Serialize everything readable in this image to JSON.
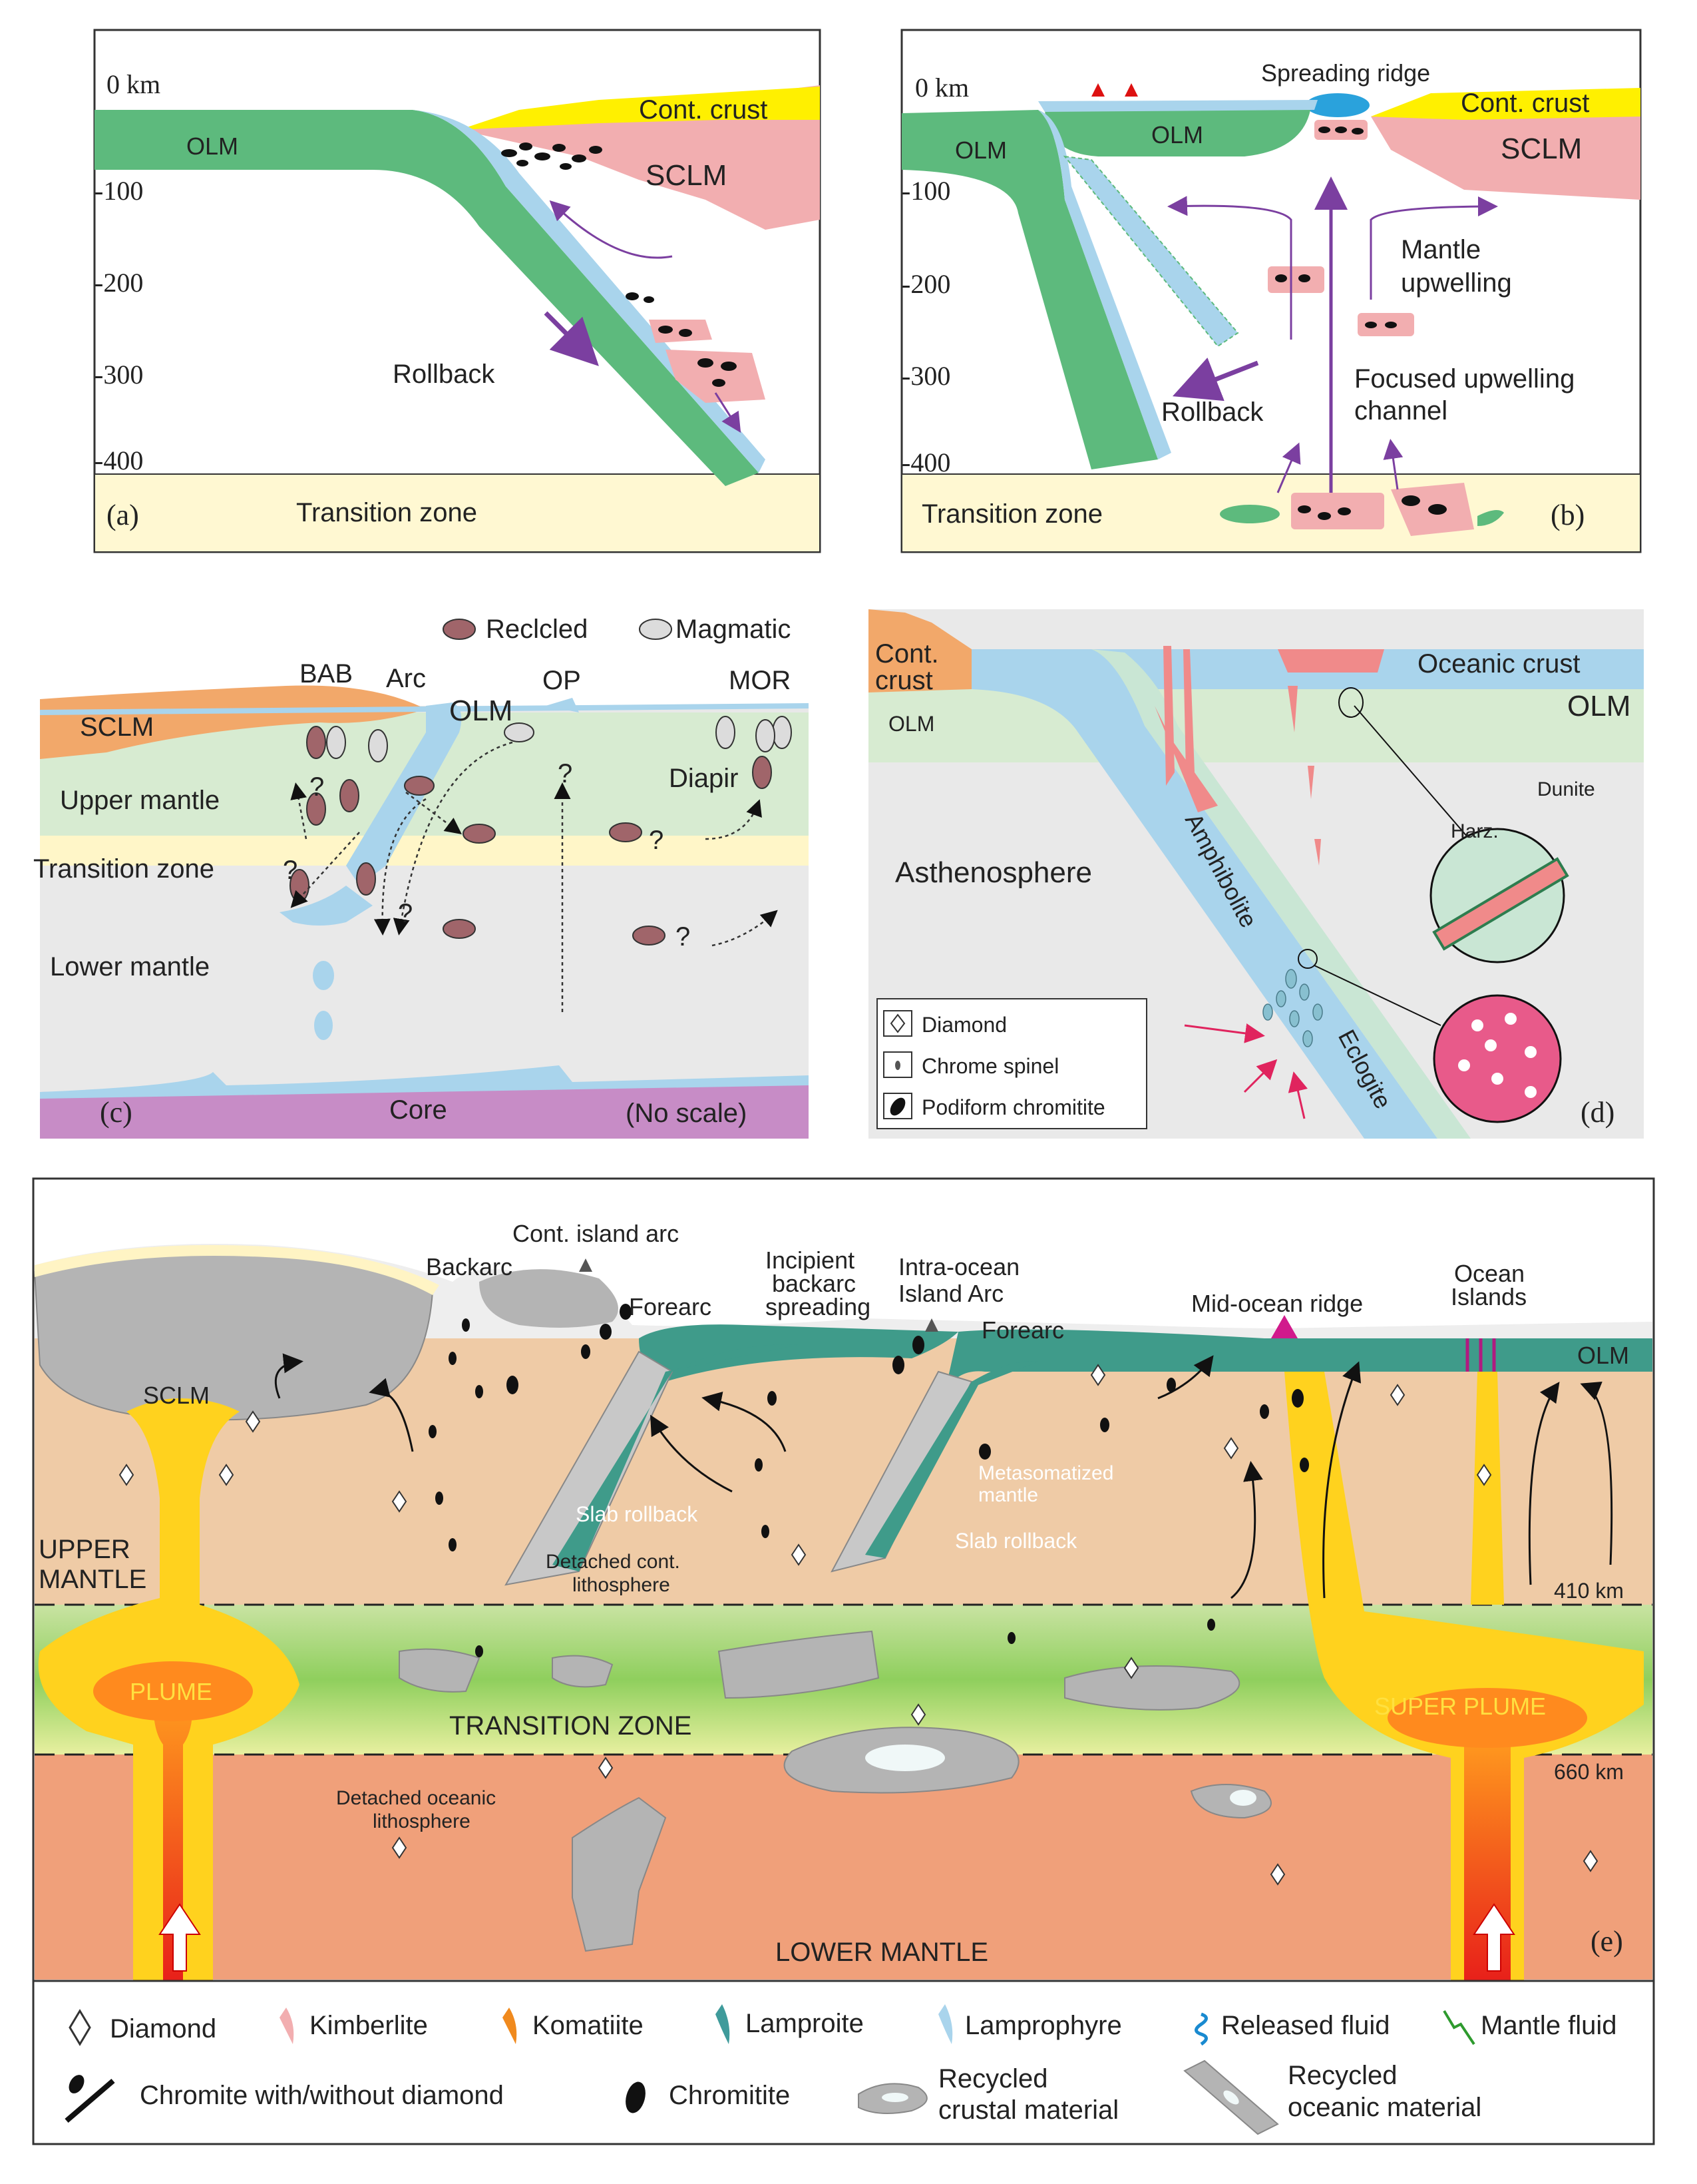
{
  "panel_a": {
    "tag": "(a)",
    "depths": [
      "0 km",
      "-100",
      "-200",
      "-300",
      "-400"
    ],
    "olm": "OLM",
    "cont_crust": "Cont. crust",
    "sclm": "SCLM",
    "rollback": "Rollback",
    "transition_zone": "Transition zone"
  },
  "panel_b": {
    "tag": "(b)",
    "depths": [
      "0 km",
      "-100",
      "-200",
      "-300",
      "-400"
    ],
    "spreading_ridge": "Spreading ridge",
    "cont_crust": "Cont. crust",
    "olm_left": "OLM",
    "olm_right": "OLM",
    "sclm": "SCLM",
    "mantle_upwelling_1": "Mantle",
    "mantle_upwelling_2": "upwelling",
    "focused_1": "Focused upwelling",
    "focused_2": "channel",
    "rollback": "Rollback",
    "transition_zone": "Transition zone"
  },
  "panel_c": {
    "tag": "(c)",
    "legend_recycled": "Reclcled",
    "legend_magmatic": "Magmatic",
    "bab": "BAB",
    "arc": "Arc",
    "op": "OP",
    "mor": "MOR",
    "sclm": "SCLM",
    "olm": "OLM",
    "upper_mantle": "Upper mantle",
    "diapir": "Diapir",
    "transition_zone": "Transition zone",
    "lower_mantle": "Lower mantle",
    "core": "Core",
    "no_scale": "(No scale)",
    "q": "?"
  },
  "panel_d": {
    "tag": "(d)",
    "cont_crust_1": "Cont.",
    "cont_crust_2": "crust",
    "oceanic_crust": "Oceanic crust",
    "olm_left": "OLM",
    "olm_right": "OLM",
    "dunite": "Dunite",
    "harz": "Harz.",
    "asthenosphere": "Asthenosphere",
    "amphibolite": "Amphibolite",
    "eclogite": "Eclogite",
    "legend": [
      "Diamond",
      "Chrome spinel",
      "Podiform chromitite"
    ]
  },
  "panel_e": {
    "tag": "(e)",
    "cont_island_arc": "Cont. island arc",
    "backarc": "Backarc",
    "forearc_1": "Forearc",
    "incipient_1": "Incipient",
    "incipient_2": "backarc",
    "incipient_3": "spreading",
    "intra_1": "Intra-ocean",
    "intra_2": "Island Arc",
    "forearc_2": "Forearc",
    "mor": "Mid-ocean ridge",
    "ocean_1": "Ocean",
    "ocean_2": "Islands",
    "olm": "OLM",
    "sclm": "SCLM",
    "upper_1": "UPPER",
    "upper_2": "MANTLE",
    "slab_rollback_1": "Slab rollback",
    "slab_rollback_2": "Slab rollback",
    "metasomatized_1": "Metasomatized",
    "metasomatized_2": "mantle",
    "detached_cont_1": "Detached cont.",
    "detached_cont_2": "lithosphere",
    "km410": "410 km",
    "km660": "660 km",
    "plume": "PLUME",
    "super_plume": "SUPER PLUME",
    "transition_zone": "TRANSITION ZONE",
    "detached_oc_1": "Detached oceanic",
    "detached_oc_2": "lithosphere",
    "lower_mantle": "LOWER MANTLE"
  },
  "legend_e": {
    "diamond": "Diamond",
    "kimberlite": "Kimberlite",
    "komatiite": "Komatiite",
    "lamproite": "Lamproite",
    "lamprophyre": "Lamprophyre",
    "released_fluid": "Released fluid",
    "mantle_fluid": "Mantle fluid",
    "chromite": "Chromite with/without diamond",
    "chromitite": "Chromitite",
    "recycled_crustal_1": "Recycled",
    "recycled_crustal_2": "crustal material",
    "recycled_oceanic_1": "Recycled",
    "recycled_oceanic_2": "oceanic material"
  },
  "colors": {
    "olm_green": "#5dba7d",
    "slab_blue": "#a9d4ec",
    "cont_crust_yellow": "#fff000",
    "sclm_pink": "#f2aeb0",
    "transition_cream": "#fff8d2",
    "arrow_purple": "#7b3fa0",
    "upper_mantle_tan": "#efcba6",
    "plume_yellow": "#ffd21e",
    "lower_mantle_salmon": "#f0a07a"
  }
}
